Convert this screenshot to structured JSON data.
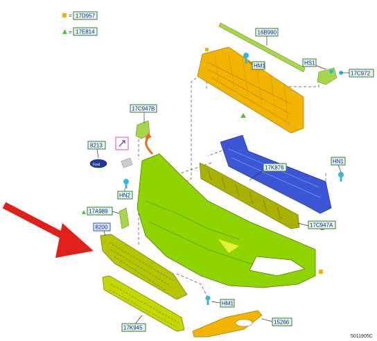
{
  "legend": {
    "square_code": "17D957",
    "triangle_code": "17E814",
    "equals": "="
  },
  "labels": {
    "l_16B990": "16B990",
    "l_HM1_top": "HM1",
    "l_HS1": "HS1",
    "l_17C972": "17C972",
    "l_17C947B": "17C947B",
    "l_8213": "8213",
    "l_17K876": "17K876",
    "l_HN1": "HN1",
    "l_HN2": "HN2",
    "l_17A989": "17A989",
    "l_17C947A": "17C947A",
    "l_8200": "8200",
    "l_HM1_bottom": "HM1",
    "l_17K945": "17K945",
    "l_15266": "15266"
  },
  "reference": "5011905C",
  "colors": {
    "bumper_green": "#8fd400",
    "beam_blue": "#3d56d6",
    "bracket_orange": "#f0b400",
    "arrow_red": "#e0201b",
    "grille_yellow": "#c4d800"
  }
}
